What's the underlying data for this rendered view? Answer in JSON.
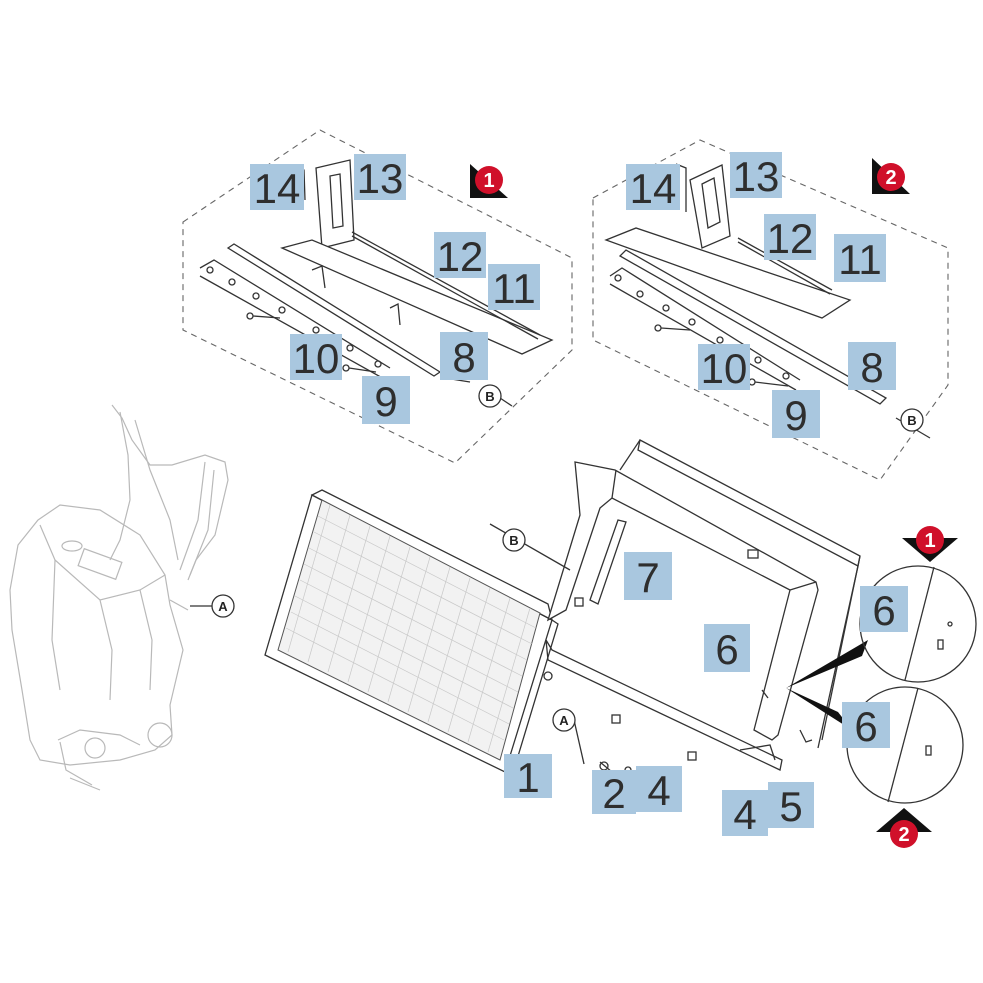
{
  "callouts": [
    {
      "id": "c1",
      "text": "1"
    },
    {
      "id": "c2",
      "text": "2"
    },
    {
      "id": "c4a",
      "text": "4"
    },
    {
      "id": "c4b",
      "text": "4"
    },
    {
      "id": "c5",
      "text": "5"
    },
    {
      "id": "c6a",
      "text": "6"
    },
    {
      "id": "c6b",
      "text": "6"
    },
    {
      "id": "c6c",
      "text": "6"
    },
    {
      "id": "c7",
      "text": "7"
    },
    {
      "id": "d1_14",
      "text": "14"
    },
    {
      "id": "d1_13",
      "text": "13"
    },
    {
      "id": "d1_12",
      "text": "12"
    },
    {
      "id": "d1_11",
      "text": "11"
    },
    {
      "id": "d1_10",
      "text": "10"
    },
    {
      "id": "d1_8",
      "text": "8"
    },
    {
      "id": "d1_9",
      "text": "9"
    },
    {
      "id": "d2_14",
      "text": "14"
    },
    {
      "id": "d2_13",
      "text": "13"
    },
    {
      "id": "d2_12",
      "text": "12"
    },
    {
      "id": "d2_11",
      "text": "11"
    },
    {
      "id": "d2_10",
      "text": "10"
    },
    {
      "id": "d2_8",
      "text": "8"
    },
    {
      "id": "d2_9",
      "text": "9"
    }
  ],
  "markers": [
    {
      "id": "mA1",
      "text": "A"
    },
    {
      "id": "mA2",
      "text": "A"
    },
    {
      "id": "mB1",
      "text": "B"
    },
    {
      "id": "mB2",
      "text": "B"
    },
    {
      "id": "mB3",
      "text": "B"
    }
  ],
  "badges": [
    {
      "id": "b1",
      "text": "1"
    },
    {
      "id": "b2",
      "text": "2"
    },
    {
      "id": "b3",
      "text": "1"
    },
    {
      "id": "b4",
      "text": "2"
    }
  ],
  "colors": {
    "callout_fill": "#a9c7df",
    "badge_red": "#d0102a",
    "line": "#333333",
    "faint_line": "#b9b9b9"
  }
}
